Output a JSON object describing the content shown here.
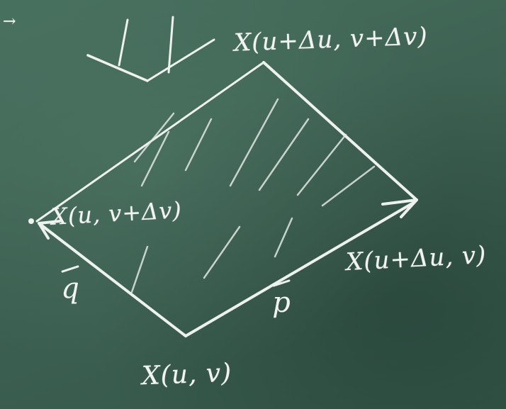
{
  "board": {
    "margin_arrow": "→",
    "corners": {
      "top": "X(u+Δu, v+Δv)",
      "left": "X(u, v+Δv)",
      "right": "X(u+Δu, v)",
      "bottom": "X(u, v)"
    },
    "vectors": {
      "q": "q",
      "p": "p"
    },
    "colors": {
      "board": "#3f6355",
      "chalk": "#eef2ee"
    }
  }
}
